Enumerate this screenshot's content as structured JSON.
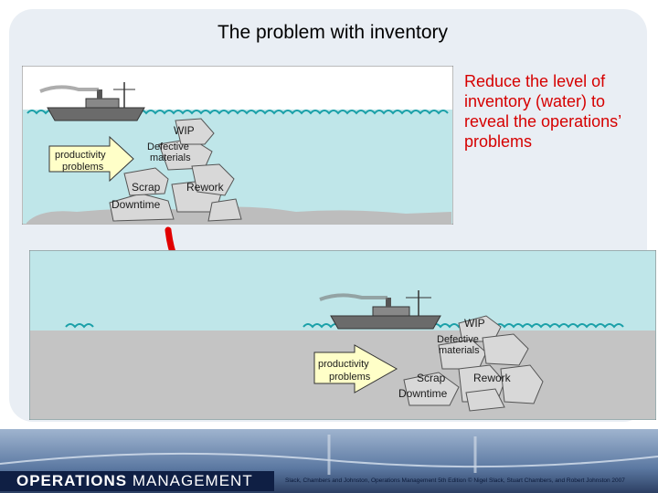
{
  "slide": {
    "title": "The problem with inventory",
    "note": "Reduce the level of inventory (water) to reveal the operations’ problems"
  },
  "scene_top": {
    "arrow_label_line1": "productivity",
    "arrow_label_line2": "problems",
    "rocks": {
      "wip": "WIP",
      "defective_line1": "Defective",
      "defective_line2": "materials",
      "scrap": "Scrap",
      "rework": "Rework",
      "downtime": "Downtime"
    }
  },
  "scene_bottom": {
    "arrow_label_line1": "productivity",
    "arrow_label_line2": "problems",
    "rocks": {
      "wip": "WIP",
      "defective_line1": "Defective",
      "defective_line2": "materials",
      "scrap": "Scrap",
      "rework": "Rework",
      "downtime": "Downtime"
    }
  },
  "footer": {
    "brand_bold": "OPERATIONS",
    "brand_light": " MANAGEMENT",
    "credit": "Slack, Chambers and Johnston, Operations Management 5th Edition © Nigel Slack, Stuart Chambers, and Robert Johnston 2007"
  },
  "colors": {
    "water": "#bfe6e9",
    "seabed": "#c9c9c9",
    "arrow": "#e10000",
    "label_arrow": "#ffffc8"
  }
}
